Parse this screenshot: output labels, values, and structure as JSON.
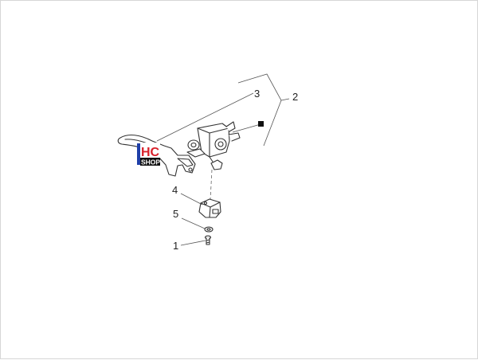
{
  "diagram": {
    "callouts": {
      "c1": "1",
      "c2": "2",
      "c3": "3",
      "c4": "4",
      "c5": "5"
    },
    "logo": {
      "line1": "HC",
      "line2": "SHOP",
      "colors": {
        "blue": "#1f3fa8",
        "red": "#d8202a",
        "black": "#111111"
      }
    }
  }
}
